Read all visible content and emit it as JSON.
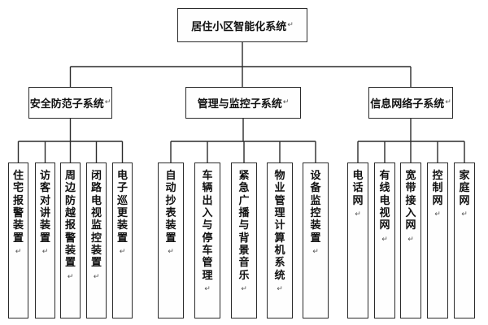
{
  "diagram": {
    "type": "org-tree",
    "paragraph_mark": "↵",
    "root": {
      "label": "居住小区智能化系统"
    },
    "branches": [
      {
        "label": "安全防范子系统",
        "children": [
          "住宅报警装置",
          "访客对讲装置",
          "周边防越报警装置",
          "闭路电视监控装置",
          "电子巡更装置"
        ]
      },
      {
        "label": "管理与监控子系统",
        "children": [
          "自动抄表装置",
          "车辆出入与停车管理",
          "紧急广播与背景音乐",
          "物业管理计算机系统",
          "设备监控装置"
        ]
      },
      {
        "label": "信息网络子系统",
        "children": [
          "电话网",
          "有线电视网",
          "宽带接入网",
          "控制网",
          "家庭网"
        ]
      }
    ],
    "colors": {
      "line": "#2b2b2b",
      "border": "#2b2b2b",
      "text": "#111111",
      "background": "#ffffff"
    }
  }
}
